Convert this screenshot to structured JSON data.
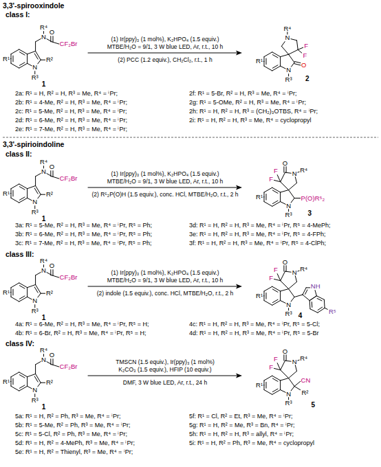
{
  "diagram": {
    "labels": [
      "3,3'-spirooxindole",
      "class I:",
      "R⁴",
      "N",
      "O",
      "CF₂Br",
      "R¹",
      "R²",
      "N",
      "R³",
      "1",
      "(1) Ir(ppy)₃ (1 mol%), K₂HPO₄ (1.5 equiv.)",
      "MTBE/H₂O = 9/1, 3 W blue LED, Ar, r.t., 10 h",
      "(2) PCC (1.2 equiv.), CH₂Cl₂, r.t., 1 h",
      "R⁴",
      "N",
      "F",
      "F",
      "O",
      "R¹",
      "N",
      "R³",
      "2",
      "2a: R¹ = H, R² = H, R³ = Me, R⁴ = ⁱPr;",
      "2b: R¹ = 4-Me, R² = H, R³ = Me, R⁴ = ⁱPr;",
      "2c: R¹ = 5-Me, R² = H, R³ = Me, R⁴ = ⁱPr;",
      "2d: R¹ = 6-Me, R² = H, R³ = Me, R⁴ = ⁱPr;",
      "2e: R¹ = 7-Me, R² = H, R³ = Me, R⁴ = ⁱPr;",
      "2f: R¹ = 5-Br, R² = H, R³ = Me, R⁴ = ⁱPr;",
      "2g: R¹ = 5-OMe, R² = H, R³ = Me, R⁴ = ⁱPr;",
      "2h: R¹ = H, R² = H, R³ = (CH₂)₃OTBS, R⁴ = ⁱPr;",
      "2i: R¹ = H, R² = H, R³ = Me, R⁴ = cyclopropyl",
      "3,3'-spirioindoline",
      "class II:",
      "R⁴",
      "N",
      "O",
      "CF₂Br",
      "R¹",
      "R²",
      "N",
      "R³",
      "1",
      "(1) Ir(ppy)₃ (1 mol%), K₂HPO₄ (1.5 equiv.)",
      "MTBE/H₂O = 9/1, 3 W blue LED, Ar, r.t., 10 h",
      "(2) R⁵₂P(O)H (1.5 equiv.), conc. HCl, MTBE/H₂O, r.t., 2 h",
      "F",
      "F",
      "O",
      "N",
      "R⁴",
      "R¹",
      "N",
      "R³",
      "P(O)R⁵₂",
      "3",
      "3a: R¹ = 5-Me, R² = H, R³ = Me, R⁴ = ⁱPr, R⁵ = Ph;",
      "3b: R¹ = 6-Me, R² = H, R³ = Me, R⁴ = ⁱPr, R⁵ = Ph;",
      "3c: R¹ = 7-Me, R² = H, R³ = Me, R⁴ = ⁱPr, R⁵ = Ph;",
      "3d: R¹ = H, R² = H, R³ = Me, R⁴ = ⁱPr, R⁵ = 4-MePh;",
      "3e: R¹ = H, R² = H, R³ = Me, R⁴ = ⁱPr, R⁵ = 4-FPh;",
      "3f: R¹ = H, R² = H, R³ = Me, R⁴ = ⁱPr, R⁵ = 4-ClPh;",
      "class III:",
      "R⁴",
      "N",
      "O",
      "CF₂Br",
      "R¹",
      "R²",
      "N",
      "R³",
      "1",
      "(1) Ir(ppy)₃ (1 mol%), K₂HPO₄ (1.5 equiv.)",
      "MTBE/H₂O = 9/1, 3 W blue LED, Ar, r.t., 10 h",
      "(2) indole (1.5 equiv.), conc. HCl, MTBE/H₂O, r.t., 2 h",
      "F",
      "F",
      "O",
      "N",
      "R⁴",
      "R¹",
      "N",
      "R³",
      "NH",
      "R⁵",
      "4",
      "4a: R¹ = 6-Me, R² = H, R³ = Me, R⁴ = ⁱPr, R⁵ = H;",
      "4b: R¹ = 6-Br, R² = H, R³ = Me, R⁴ = ⁱPr, R⁵ = H;",
      "4c: R¹ = H, R² = H, R³ = Me, R⁴ = ⁱPr, R⁵ = 5-Cl;",
      "4d: R¹ = H, R² = H, R³ = Me, R⁴ = ⁱPr, R⁵ = 5-Br",
      "class IV:",
      "R⁴",
      "N",
      "O",
      "CF₂Br",
      "R¹",
      "R²",
      "N",
      "R³",
      "1",
      "TMSCN (1.5 equiv.), Ir(ppy)₃ (1 mol%)",
      "K₂CO₃ (1.5 equiv.), HFIP (10 equiv.)",
      "DMF, 3 W blue LED, Ar, r.t., 24 h",
      "F",
      "F",
      "O",
      "N",
      "R⁴",
      "R¹",
      "N",
      "R³",
      "CN",
      "R²",
      "5",
      "5a: R¹ = H, R² = Ph, R³ = Me, R⁴ = ⁱPr;",
      "5b: R¹ = 5-Me, R² = Ph, R³ = Me, R⁴ = ⁱPr;",
      "5c: R¹ = 5-Cl, R² = Ph, R³ = Me, R⁴ = ⁱPr;",
      "5d: R¹ = H, R² = 4-MePh, R³ = Me, R⁴ = ⁱPr;",
      "5e: R¹ = H, R² = Thienyl, R³ = Me, R⁴ = ⁱPr;",
      "5f: R¹ = Cl, R² = Et, R³ = Me, R⁴ = ⁱPr;",
      "5g: R¹ = H, R² = Me, R³ = Bn, R⁴ = ⁱPr;",
      "5h: R¹ = H, R² = H, R³ = allyl, R⁴ = ⁱPr;",
      "5i: R¹ = H, R² = Ph, R³ = Me, R⁴ = cyclopropyl"
    ]
  }
}
